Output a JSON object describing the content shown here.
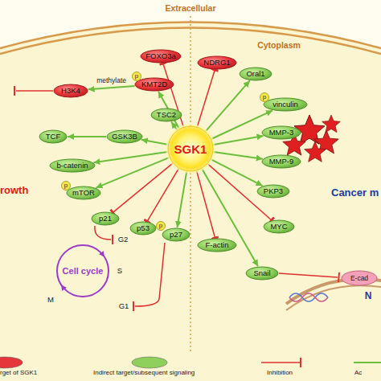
{
  "diagram": {
    "nodes": [
      {
        "text": [
          "SGK1"
        ]
      },
      {
        "text": [
          "FOXO3a"
        ]
      },
      {
        "text": [
          "KMT2D"
        ]
      },
      {
        "text": [
          "H3K4"
        ]
      },
      {
        "text": [
          "TSC2"
        ]
      },
      {
        "text": [
          "GSK3B"
        ]
      },
      {
        "text": [
          "TCF"
        ]
      },
      {
        "text": [
          "b-catenin"
        ]
      },
      {
        "text": [
          "mTOR"
        ]
      },
      {
        "text": [
          "p21"
        ]
      },
      {
        "text": [
          "p53"
        ]
      },
      {
        "text": [
          "p27"
        ]
      },
      {
        "text": [
          "NDRG1"
        ]
      },
      {
        "text": [
          "Oral1"
        ]
      },
      {
        "text": [
          "vinculin"
        ]
      },
      {
        "text": [
          "MMP-3"
        ]
      },
      {
        "text": [
          "MMP-9"
        ]
      },
      {
        "text": [
          "PKP3"
        ]
      },
      {
        "text": [
          "MYC"
        ]
      },
      {
        "text": [
          "F-actin"
        ]
      },
      {
        "text": [
          "Snail"
        ]
      }
    ],
    "edges": [
      {
        "from": 0,
        "to": 1,
        "arrow": "to"
      },
      {
        "from": 0,
        "to": 2,
        "arrow": "to"
      },
      {
        "from": 2,
        "to": 3,
        "label": "methylate",
        "arrow": "to"
      },
      {
        "from": 0,
        "to": 4,
        "arrow": "to"
      },
      {
        "from": 0,
        "to": 5,
        "arrow": "to"
      },
      {
        "from": 5,
        "to": 6,
        "arrow": "to"
      },
      {
        "from": 0,
        "to": 7,
        "arrow": "to"
      },
      {
        "from": 0,
        "to": 8,
        "arrow": "to"
      },
      {
        "from": 0,
        "to": 9,
        "arrow": "to"
      },
      {
        "from": 0,
        "to": 10,
        "arrow": "to"
      },
      {
        "from": 0,
        "to": 11,
        "arrow": "to"
      },
      {
        "from": 0,
        "to": 12,
        "arrow": "to"
      },
      {
        "from": 0,
        "to": 13,
        "arrow": "to"
      },
      {
        "from": 0,
        "to": 14,
        "arrow": "to"
      },
      {
        "from": 0,
        "to": 15,
        "arrow": "to"
      },
      {
        "from": 0,
        "to": 16,
        "arrow": "to"
      },
      {
        "from": 0,
        "to": 17,
        "arrow": "to"
      },
      {
        "from": 0,
        "to": 18,
        "arrow": "to"
      },
      {
        "from": 0,
        "to": 19,
        "arrow": "to"
      },
      {
        "from": 0,
        "to": 20,
        "arrow": "to"
      }
    ],
    "labels": [
      "Extracellular",
      "Cytoplasm",
      "p",
      "p",
      "p",
      "p",
      "rowth",
      "G2",
      "S",
      "M",
      "G1",
      "Cell cycle",
      "Cancer m",
      "E-cad",
      "N"
    ],
    "legend": [
      {
        "text": "rget of SGK1",
        "color": "#e5363b"
      },
      {
        "text": "Indirect target/subsequent signaling",
        "color": "#8fd05c"
      },
      {
        "text": "Inhibition"
      },
      {
        "text": "Ac"
      }
    ]
  }
}
